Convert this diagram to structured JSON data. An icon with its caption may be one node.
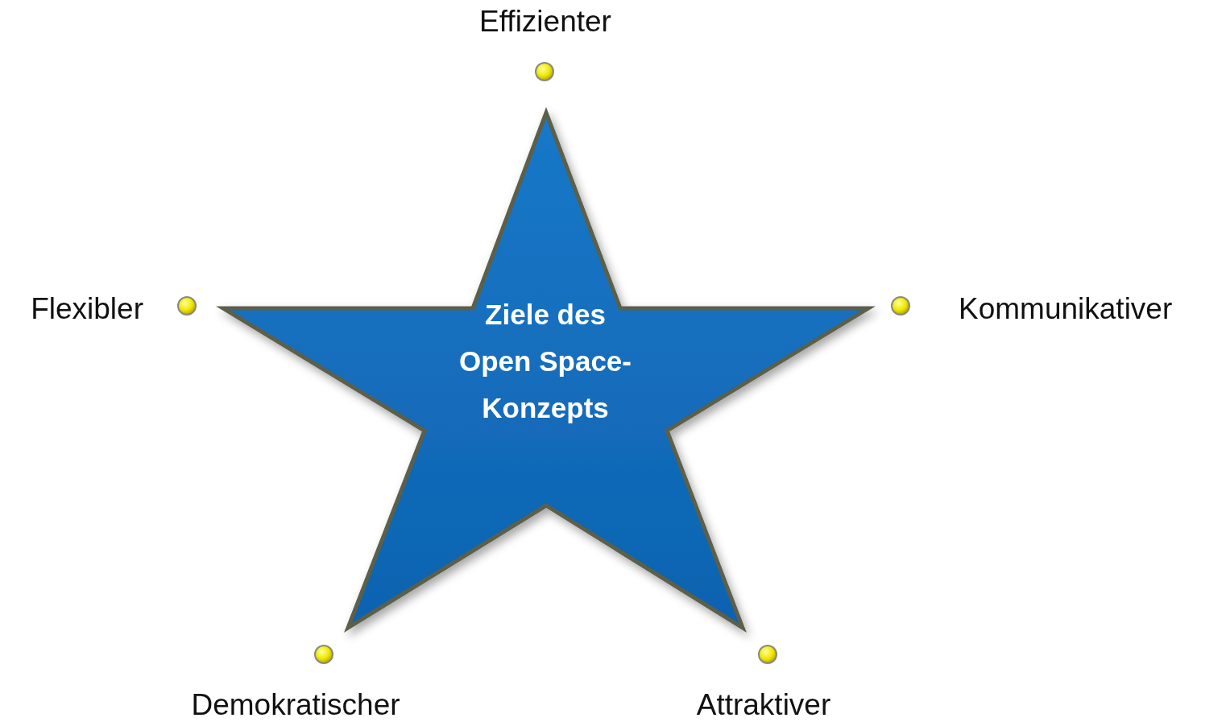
{
  "diagram": {
    "nodes": [
      {
        "text": [
          "Ziele des Open Space-Konzepts"
        ]
      },
      {
        "text": [],
        "shape": "circle",
        "beside": [
          "Effizienter"
        ]
      },
      {
        "text": [],
        "shape": "circle",
        "beside": [
          "Flexibler"
        ]
      },
      {
        "text": [],
        "shape": "circle",
        "beside": [
          "Kommunikativer"
        ]
      },
      {
        "text": [],
        "shape": "circle",
        "beside": [
          "Demokratischer"
        ]
      },
      {
        "text": [],
        "shape": "circle",
        "beside": [
          "Attraktiver"
        ]
      }
    ]
  }
}
